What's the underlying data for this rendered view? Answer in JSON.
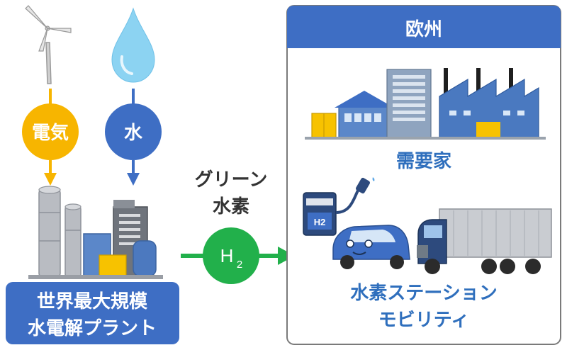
{
  "left": {
    "electricity_label": "電気",
    "water_label": "水",
    "plant_label_line1": "世界最大規模",
    "plant_label_line2": "水電解プラント"
  },
  "middle": {
    "green_line1": "グリーン",
    "green_line2": "水素",
    "h2_symbol": "H",
    "h2_subscript": "2"
  },
  "right": {
    "region_title": "欧州",
    "consumers_label": "需要家",
    "mobility_line1": "水素ステーション",
    "mobility_line2": "モビリティ",
    "h2_badge": "H2"
  },
  "colors": {
    "yellow": "#f7b500",
    "blue": "#3e6ec4",
    "green": "#22b04b",
    "region_border": "#7a7a7a",
    "text_blue": "#2f6fbd"
  },
  "icons": [
    "wind-turbine-icon",
    "water-drop-icon",
    "factory-icon",
    "car-icon",
    "truck-icon",
    "hydrogen-station-icon"
  ]
}
